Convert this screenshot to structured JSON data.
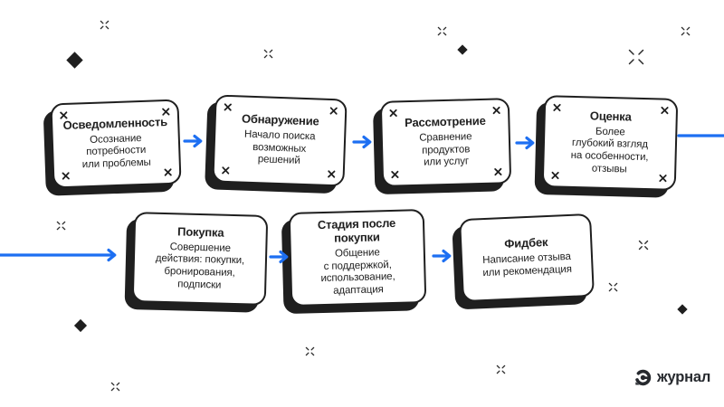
{
  "diagram": {
    "title": "Customer journey stages (Russian)",
    "stages": [
      {
        "id": "awareness",
        "title": "Осведомленность",
        "description": "Осознание\nпотребности\nили проблемы"
      },
      {
        "id": "discovery",
        "title": "Обнаружение",
        "description": "Начало поиска\nвозможных\nрешений"
      },
      {
        "id": "consideration",
        "title": "Рассмотрение",
        "description": "Сравнение\nпродуктов\nили услуг"
      },
      {
        "id": "evaluation",
        "title": "Оценка",
        "description": "Более\nглубокий взгляд\nна особенности,\nотзывы"
      },
      {
        "id": "purchase",
        "title": "Покупка",
        "description": "Совершение\nдействия: покупки,\nбронирования,\nподписки"
      },
      {
        "id": "post-purchase",
        "title": "Стадия после\nпокупки",
        "description": "Общение\nс поддержкой,\nиспользование,\nадаптация"
      },
      {
        "id": "feedback",
        "title": "Фидбек",
        "description": "Написание отзыва\nили рекомендация"
      }
    ]
  },
  "branding": {
    "logo_text": "журнал"
  },
  "icons": {
    "corner_mark": "x-cross",
    "sparkle": "four-point-cross",
    "diamond": "filled-diamond",
    "logo_mark": "spiral-ring-with-dot"
  },
  "colors": {
    "arrow_blue": "#1D6FF2",
    "card_border": "#1F1F1F",
    "text": "#1F1F1F",
    "background": "#FFFFFF",
    "logo_text": "#26292E"
  }
}
